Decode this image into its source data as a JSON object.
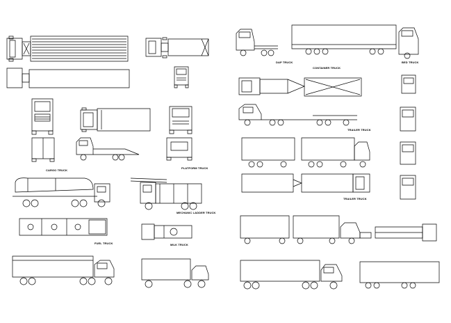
{
  "labels": {
    "cargo_truck": "CARGO TRUCK",
    "platform_truck": "PLATFORM TRUCK",
    "mechanic_ladder_truck": "MECHANIC LADDER TRUCK",
    "fuel_truck": "FUEL TRUCK",
    "milk_truck": "MILK TRUCK",
    "dap_truck": "DAP TRUCK",
    "container_truck": "CONTAINER TRUCK",
    "bed_truck": "BED TRUCK",
    "trailer_truck": "TRAILER TRUCK",
    "trailer_truck_2": "TRAILER TRUCK"
  },
  "colors": {
    "line": "#000000",
    "background": "#ffffff"
  }
}
